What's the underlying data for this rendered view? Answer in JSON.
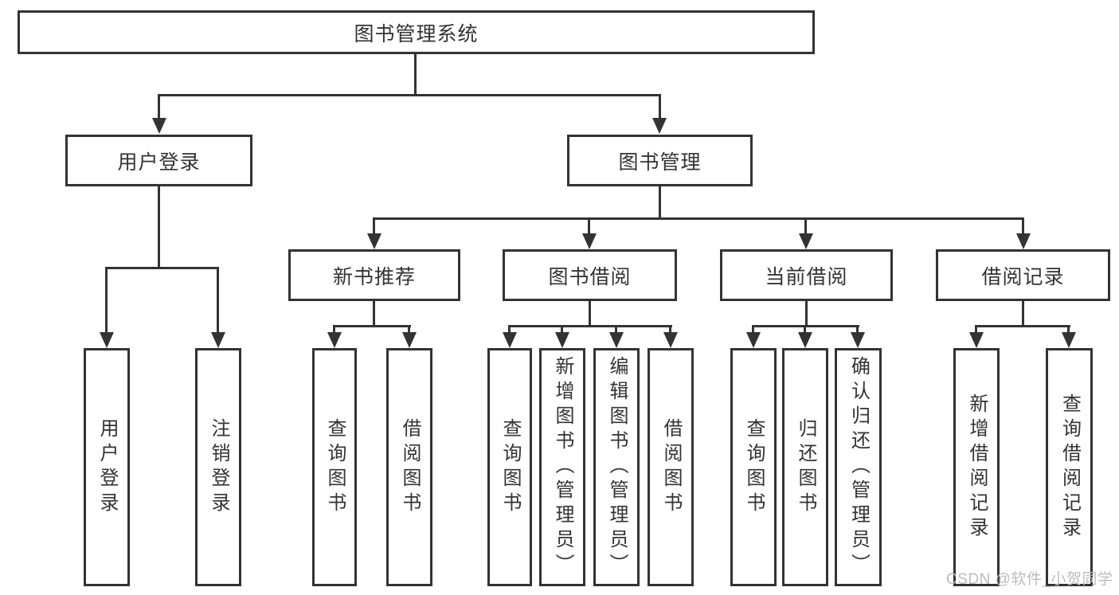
{
  "diagram": {
    "root": {
      "label": "图书管理系统"
    },
    "level2": {
      "user": {
        "label": "用户登录"
      },
      "book": {
        "label": "图书管理"
      }
    },
    "level3": {
      "newbooks": {
        "label": "新书推荐"
      },
      "borrow": {
        "label": "图书借阅"
      },
      "current": {
        "label": "当前借阅"
      },
      "records": {
        "label": "借阅记录"
      }
    },
    "leaves": {
      "user_login": {
        "parent": "用户登录",
        "label": "用户登录"
      },
      "user_logout": {
        "parent": "用户登录",
        "label": "注销登录"
      },
      "new_query": {
        "parent": "新书推荐",
        "label": "查询图书"
      },
      "new_borrow": {
        "parent": "新书推荐",
        "label": "借阅图书"
      },
      "borrow_query": {
        "parent": "图书借阅",
        "label": "查询图书"
      },
      "borrow_add": {
        "parent": "图书借阅",
        "label": "新增图书（管理员）"
      },
      "borrow_edit": {
        "parent": "图书借阅",
        "label": "编辑图书（管理员）"
      },
      "borrow_borrow": {
        "parent": "图书借阅",
        "label": "借阅图书"
      },
      "cur_query": {
        "parent": "当前借阅",
        "label": "查询图书"
      },
      "cur_return": {
        "parent": "当前借阅",
        "label": "归还图书"
      },
      "cur_confirm": {
        "parent": "当前借阅",
        "label": "确认归还（管理员）"
      },
      "rec_add": {
        "parent": "借阅记录",
        "label": "新增借阅记录"
      },
      "rec_query": {
        "parent": "借阅记录",
        "label": "查询借阅记录"
      }
    }
  },
  "watermark": {
    "text": "CSDN @软件_小贺同学"
  },
  "colors": {
    "line": "#333333",
    "box_background": "#ffffff",
    "text": "#333333",
    "watermark": "#c0bbbb"
  }
}
